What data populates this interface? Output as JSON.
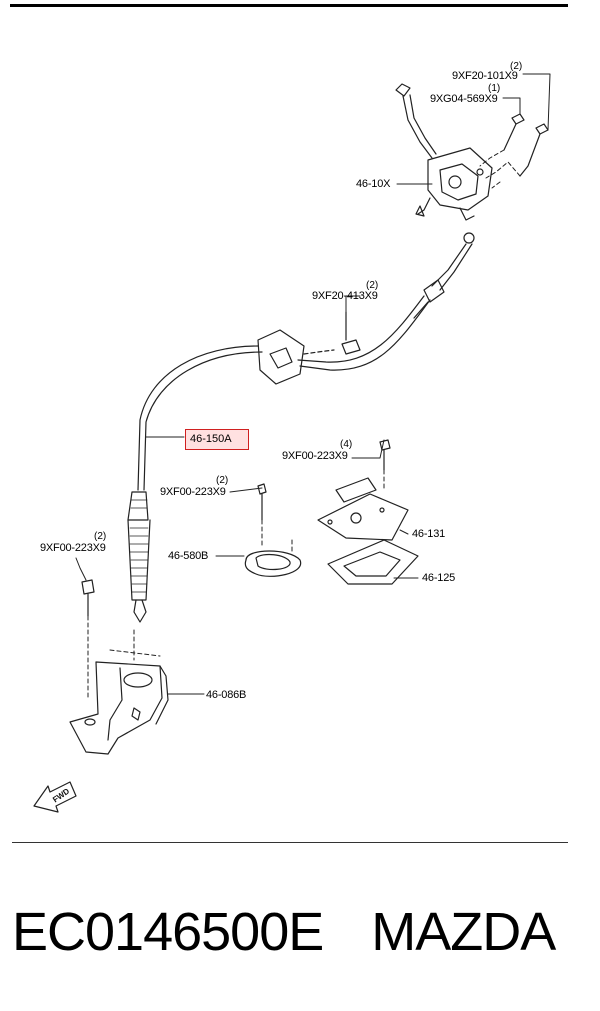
{
  "labels": {
    "shift_lever": "46-10X",
    "lever_bolt": "9XF20-101X9",
    "lever_bolt_qty": "(2)",
    "lever_screw": "9XG04-569X9",
    "lever_screw_qty": "(1)",
    "cable_bolt": "9XF20-413X9",
    "cable_bolt_qty": "(2)",
    "cable": "46-150A",
    "plate_bolt": "9XF00-223X9",
    "plate_bolt_qty": "(4)",
    "gasket_bolt": "9XF00-223X9",
    "gasket_bolt_qty": "(2)",
    "bracket_bolt": "9XF00-223X9",
    "bracket_bolt_qty": "(2)",
    "plate": "46-131",
    "seal": "46-580B",
    "cover_plate": "46-125",
    "bracket": "46-086B",
    "fwd": "FWD"
  },
  "footer": {
    "part_number": "EC0146500E",
    "brand": "MAZDA"
  }
}
